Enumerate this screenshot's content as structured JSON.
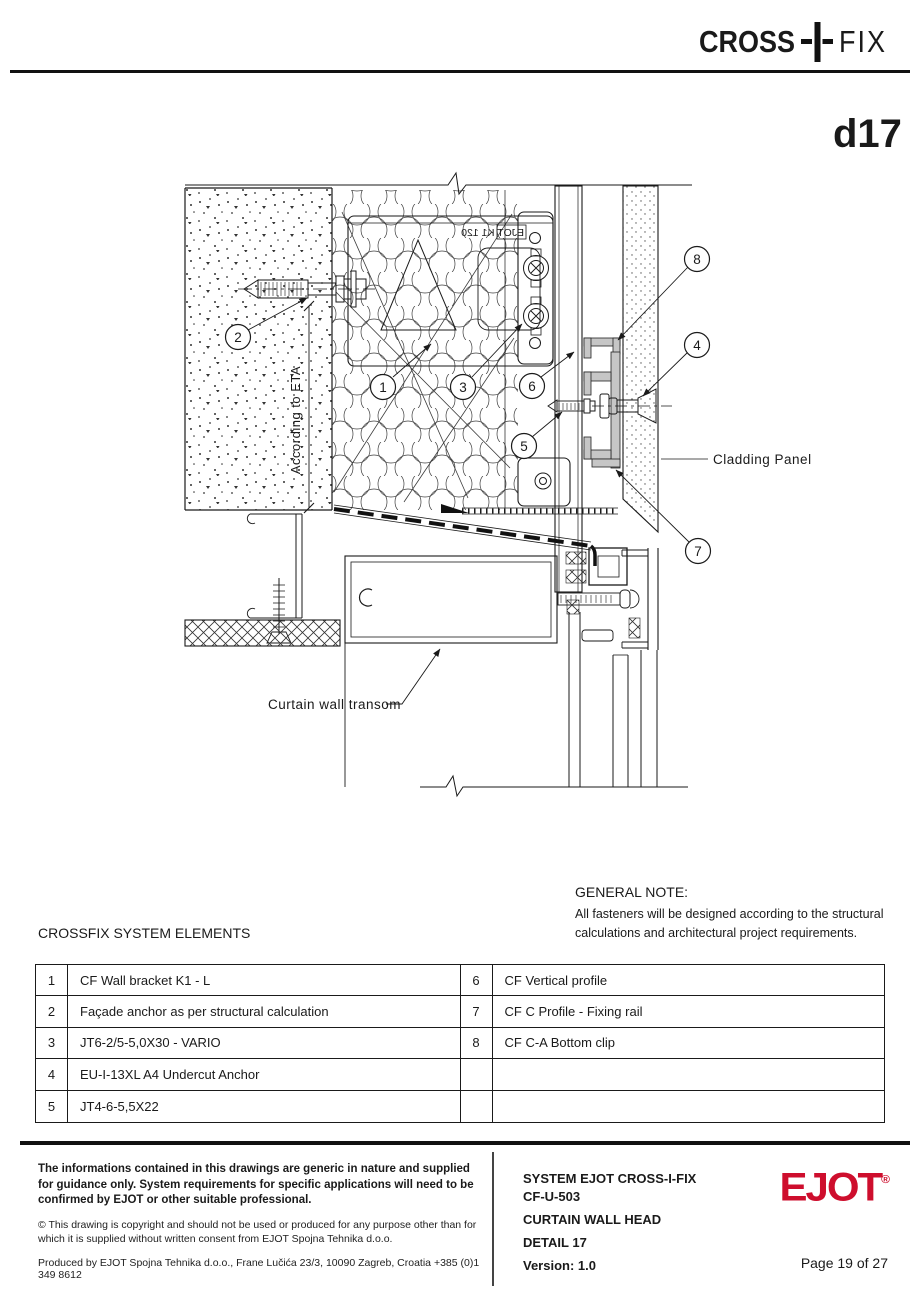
{
  "header": {
    "brand_left": "CROSS",
    "brand_right": "FIX",
    "detail_code": "d17"
  },
  "drawing": {
    "callouts": [
      "1",
      "2",
      "3",
      "4",
      "5",
      "6",
      "7",
      "8"
    ],
    "labels": {
      "eta": "According to ETA",
      "cladding_panel": "Cladding Panel",
      "curtain_wall_transom": "Curtain wall transom",
      "bracket_stamp": "EJOT K1 120"
    }
  },
  "general_note": {
    "title": "GENERAL NOTE:",
    "body": "All fasteners will be designed according to the structural calculations and architectural project requirements."
  },
  "elements": {
    "title": "CROSSFIX SYSTEM ELEMENTS",
    "rows_left": [
      {
        "num": "1",
        "text": "CF Wall bracket K1 - L"
      },
      {
        "num": "2",
        "text": "Façade anchor as per structural calculation"
      },
      {
        "num": "3",
        "text": "JT6-2/5-5,0X30 - VARIO"
      },
      {
        "num": "4",
        "text": "EU-I-13XL A4 Undercut Anchor"
      },
      {
        "num": "5",
        "text": "JT4-6-5,5X22"
      }
    ],
    "rows_right": [
      {
        "num": "6",
        "text": "CF Vertical profile"
      },
      {
        "num": "7",
        "text": "CF C Profile - Fixing rail"
      },
      {
        "num": "8",
        "text": "CF C-A  Bottom clip"
      },
      {
        "num": "",
        "text": ""
      },
      {
        "num": "",
        "text": ""
      }
    ]
  },
  "footer": {
    "disclaimer_bold": "The informations contained in this drawings are generic in nature and supplied for guidance only. System requirements for specific applications will need to be confirmed by EJOT or other suitable professional.",
    "copyright": "© This drawing is copyright and should not be used or produced for any purpose other than for which it is supplied without written consent from EJOT Spojna Tehnika d.o.o.",
    "produced": "Produced by EJOT Spojna Tehnika d.o.o., Frane Lučića 23/3, 10090 Zagreb, Croatia +385 (0)1 349 8612",
    "system_line1": "SYSTEM EJOT CROSS-I-FIX",
    "system_line2": "CF-U-503",
    "title": "CURTAIN WALL HEAD",
    "detail": "DETAIL 17",
    "version": "Version: 1.0",
    "brand": "EJOT",
    "brand_reg": "®",
    "page": "Page 19 of 27",
    "brand_color": "#CE0E2D"
  }
}
